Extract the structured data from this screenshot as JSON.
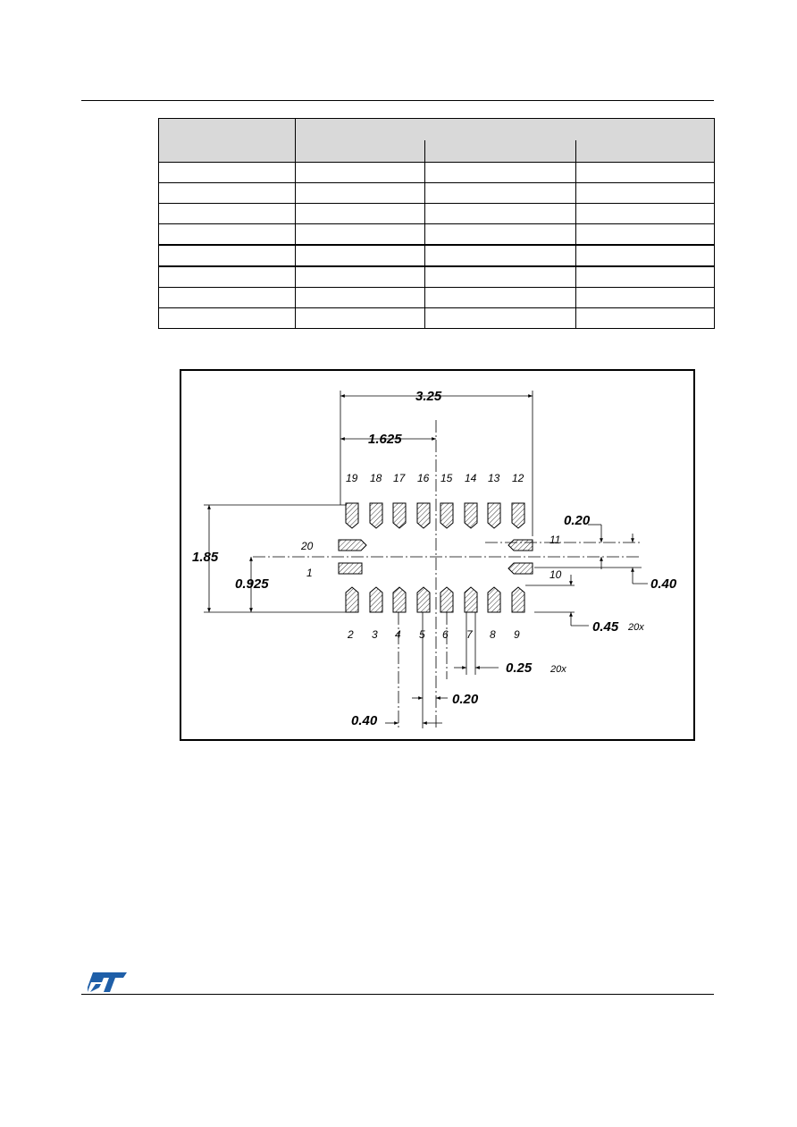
{
  "drawing": {
    "dims": {
      "overall_width": "3.25",
      "half_width": "1.625",
      "overall_height": "1.85",
      "half_height": "0.925",
      "side_pad_pitch": "0.20",
      "side_pad_gap": "0.40",
      "pad_length": "0.45",
      "pad_length_mult": "20x",
      "pad_width": "0.25",
      "pad_width_mult": "20x",
      "pin_pitch": "0.20",
      "pin_gap": "0.40"
    },
    "top_pins": [
      "19",
      "18",
      "17",
      "16",
      "15",
      "14",
      "13",
      "12"
    ],
    "bottom_pins": [
      "2",
      "3",
      "4",
      "5",
      "6",
      "7",
      "8",
      "9"
    ],
    "left_pins": [
      "20",
      "1"
    ],
    "right_pins": [
      "11",
      "10"
    ]
  },
  "colors": {
    "logo": "#1f5fa8",
    "header_fill": "#d9d9d9",
    "hatch": "#000000"
  }
}
